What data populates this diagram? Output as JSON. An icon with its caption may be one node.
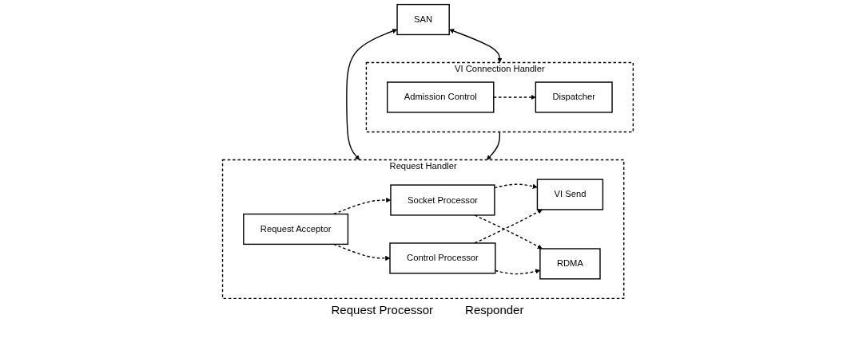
{
  "diagram": {
    "nodes": [
      {
        "text": [
          "SAN"
        ]
      },
      {
        "text": [
          "VI Connection Handler"
        ]
      },
      {
        "text": [
          "Admission Control"
        ],
        "in": 1
      },
      {
        "text": [
          "Dispatcher"
        ],
        "in": 1
      },
      {
        "text": [
          "Request Handler"
        ]
      },
      {
        "text": [
          "Request Acceptor"
        ],
        "in": 4
      },
      {
        "text": [
          "Socket Processor"
        ],
        "in": 4
      },
      {
        "text": [
          "Control Processor"
        ],
        "in": 4
      },
      {
        "text": [
          "VI Send"
        ],
        "in": 4
      },
      {
        "text": [
          "RDMA"
        ],
        "in": 4
      }
    ],
    "edges": [
      {
        "from": 0,
        "to": 1,
        "arrow": "both"
      },
      {
        "from": 0,
        "to": 4,
        "arrow": "both"
      },
      {
        "from": 2,
        "to": 3,
        "arrow": "to",
        "style": "dashed"
      },
      {
        "from": 1,
        "to": 4,
        "arrow": "to"
      },
      {
        "from": 5,
        "to": 6,
        "arrow": "to",
        "style": "dashed"
      },
      {
        "from": 5,
        "to": 7,
        "arrow": "to",
        "style": "dashed"
      },
      {
        "from": 6,
        "to": 8,
        "arrow": "to",
        "style": "dashed"
      },
      {
        "from": 6,
        "to": 9,
        "arrow": "to",
        "style": "dashed"
      },
      {
        "from": 7,
        "to": 8,
        "arrow": "to",
        "style": "dashed"
      },
      {
        "from": 7,
        "to": 9,
        "arrow": "to",
        "style": "dashed"
      }
    ],
    "labels": [
      "Request Processor",
      "Responder"
    ]
  }
}
